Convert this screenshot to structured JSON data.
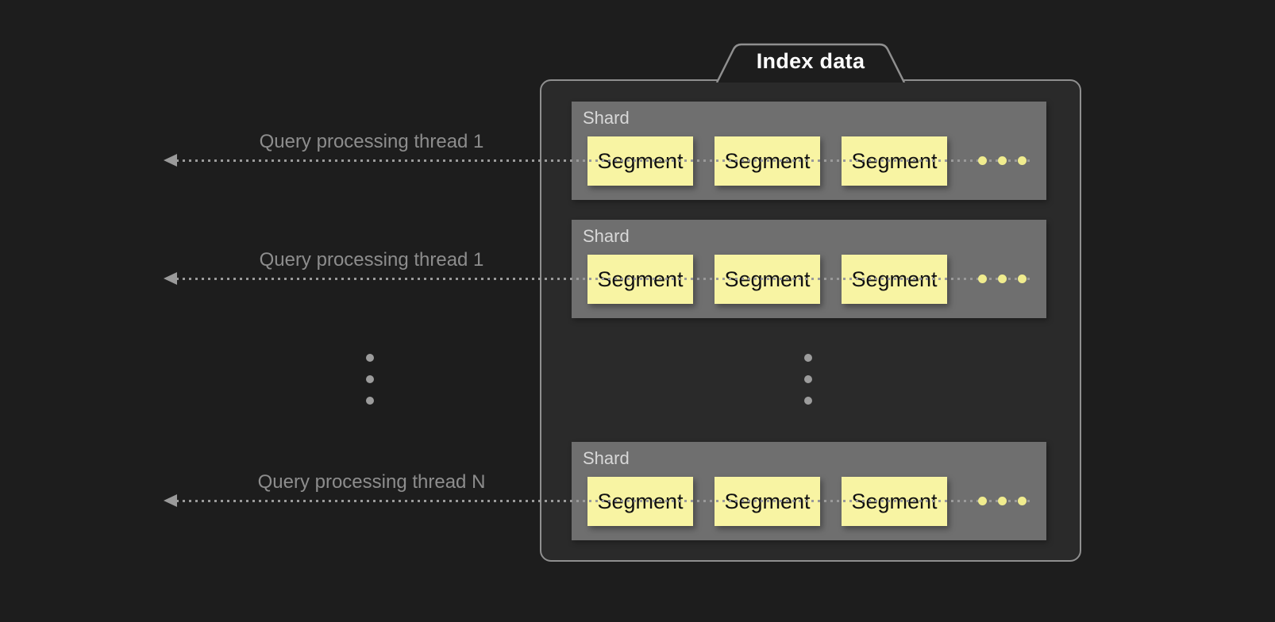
{
  "diagram": {
    "title": "Index data",
    "rows": [
      {
        "thread_label": "Query processing thread 1",
        "shard_label": "Shard",
        "segments": [
          "Segment",
          "Segment",
          "Segment"
        ]
      },
      {
        "thread_label": "Query processing thread 1",
        "shard_label": "Shard",
        "segments": [
          "Segment",
          "Segment",
          "Segment"
        ]
      },
      {
        "thread_label": "Query processing thread N",
        "shard_label": "Shard",
        "segments": [
          "Segment",
          "Segment",
          "Segment"
        ]
      }
    ],
    "colors": {
      "background": "#1d1d1d",
      "container_fill": "#2a2a2a",
      "container_border": "#8f8f8f",
      "shard_fill": "#6f6f6f",
      "shard_label_text": "#d8d8d8",
      "segment_fill": "#f8f4a3",
      "segment_text": "#111111",
      "dotted_line": "#9a9a9a",
      "thread_label_text": "#8d8d8d",
      "title_text": "#ffffff",
      "segment_ellipsis": "#f0ec8e",
      "vertical_ellipsis": "#9c9c9c"
    }
  }
}
